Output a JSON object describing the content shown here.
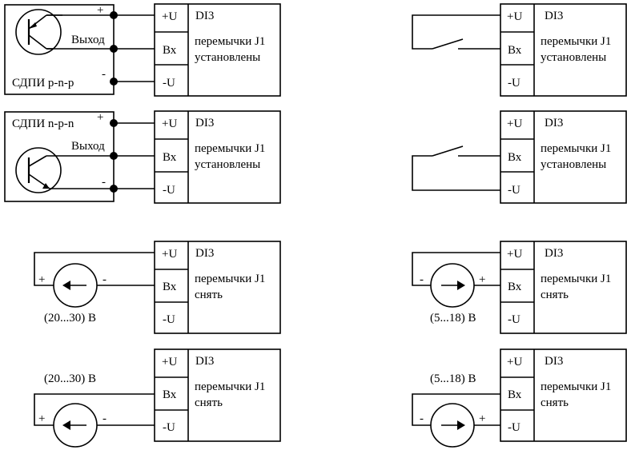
{
  "terminals": {
    "plus": "+U",
    "input": "Вх",
    "minus": "-U",
    "block_name": "DI3"
  },
  "jumper": {
    "line1": "перемычки J1",
    "installed": "установлены",
    "remove": "снять"
  },
  "sensor_pnp": {
    "label": "СДПИ  p-n-p",
    "output": "Выход",
    "plus": "+",
    "minus": "-"
  },
  "sensor_npn": {
    "label": "СДПИ  n-p-n",
    "output": "Выход",
    "plus": "+",
    "minus": "-"
  },
  "source": {
    "plus": "+",
    "minus": "-",
    "range_high": "(20...30) В",
    "range_low": "(5...18) В"
  }
}
